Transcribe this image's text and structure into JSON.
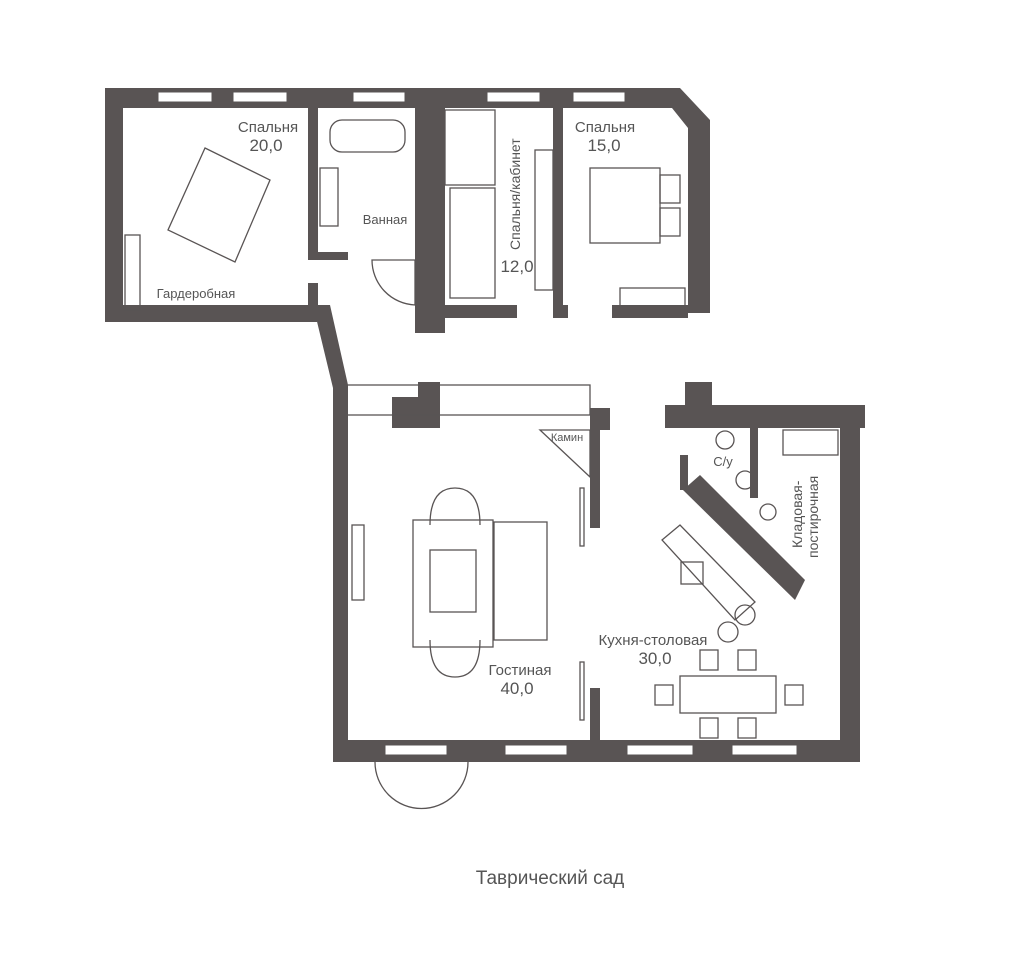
{
  "rooms": [
    {
      "name": "Спальня",
      "area": "20,0"
    },
    {
      "name": "Ванная"
    },
    {
      "name": "Гардеробная"
    },
    {
      "name": "Спальня/кабинет",
      "area": "12,0"
    },
    {
      "name": "Спальня",
      "area": "15,0"
    },
    {
      "name": "Камин"
    },
    {
      "name": "Гостиная",
      "area": "40,0"
    },
    {
      "name": "С/у"
    },
    {
      "name": "Кладовая-",
      "name2": "постирочная"
    },
    {
      "name": "Кухня-столовая",
      "area": "30,0"
    }
  ],
  "caption": "Таврический сад",
  "colors": {
    "wall": "#595454"
  }
}
